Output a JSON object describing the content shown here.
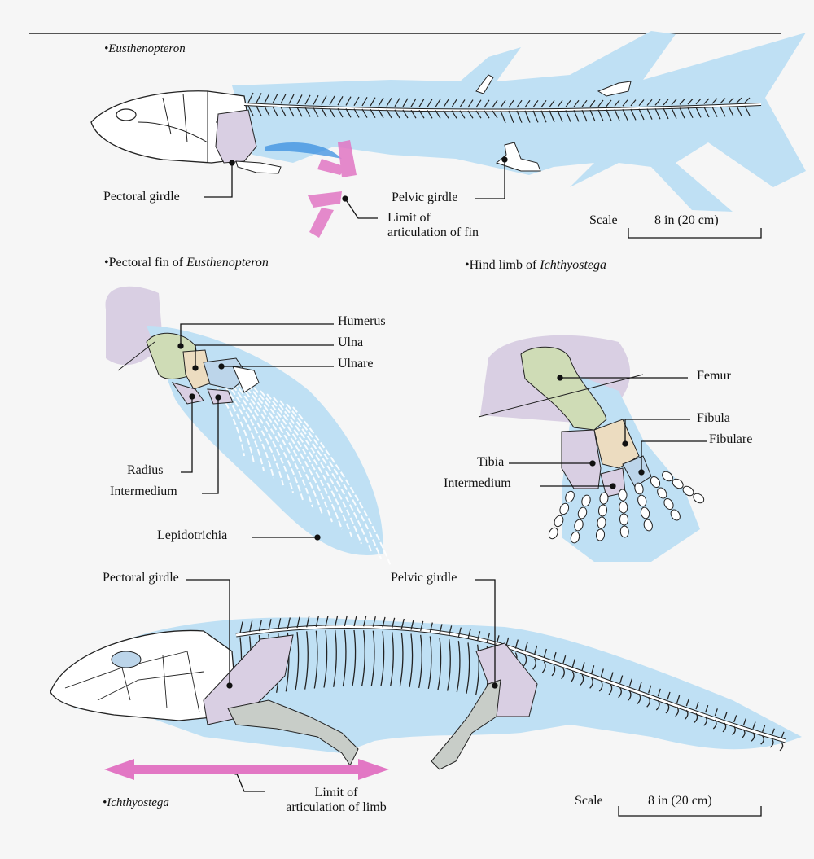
{
  "panels": {
    "eusthenopteron": {
      "title": "Eusthenopteron",
      "labels": {
        "pectoral_girdle": "Pectoral girdle",
        "pelvic_girdle": "Pelvic girdle",
        "limit_line1": "Limit of",
        "limit_line2": "articulation of fin"
      },
      "scale": {
        "word": "Scale",
        "value": "8 in (20 cm)"
      }
    },
    "pectoral_fin": {
      "title_prefix": "Pectoral fin of ",
      "title_species": "Eusthenopteron",
      "labels": {
        "humerus": "Humerus",
        "ulna": "Ulna",
        "ulnare": "Ulnare",
        "radius": "Radius",
        "intermedium": "Intermedium",
        "lepidotrichia": "Lepidotrichia"
      }
    },
    "hind_limb": {
      "title_prefix": "Hind limb of ",
      "title_species": "Ichthyostega",
      "labels": {
        "femur": "Femur",
        "fibula": "Fibula",
        "fibulare": "Fibulare",
        "tibia": "Tibia",
        "intermedium": "Intermedium"
      }
    },
    "ichthyostega": {
      "title": "Ichthyostega",
      "labels": {
        "pectoral_girdle": "Pectoral girdle",
        "pelvic_girdle": "Pelvic girdle",
        "limit_line1": "Limit of",
        "limit_line2": "articulation of limb"
      },
      "scale": {
        "word": "Scale",
        "value": "8 in (20 cm)"
      }
    }
  },
  "colors": {
    "fin_blue": "#bfe0f4",
    "girdle_lavender": "#d9cfe3",
    "humerus_green": "#cfdcb6",
    "ulna_tan": "#ecdcc0",
    "ulnare_blue": "#bcd5ea",
    "arrow_magenta": "#e277c4",
    "arrow_blue": "#3a8fe0",
    "bone_white": "#ffffff",
    "limb_grey": "#c8cdc8"
  }
}
